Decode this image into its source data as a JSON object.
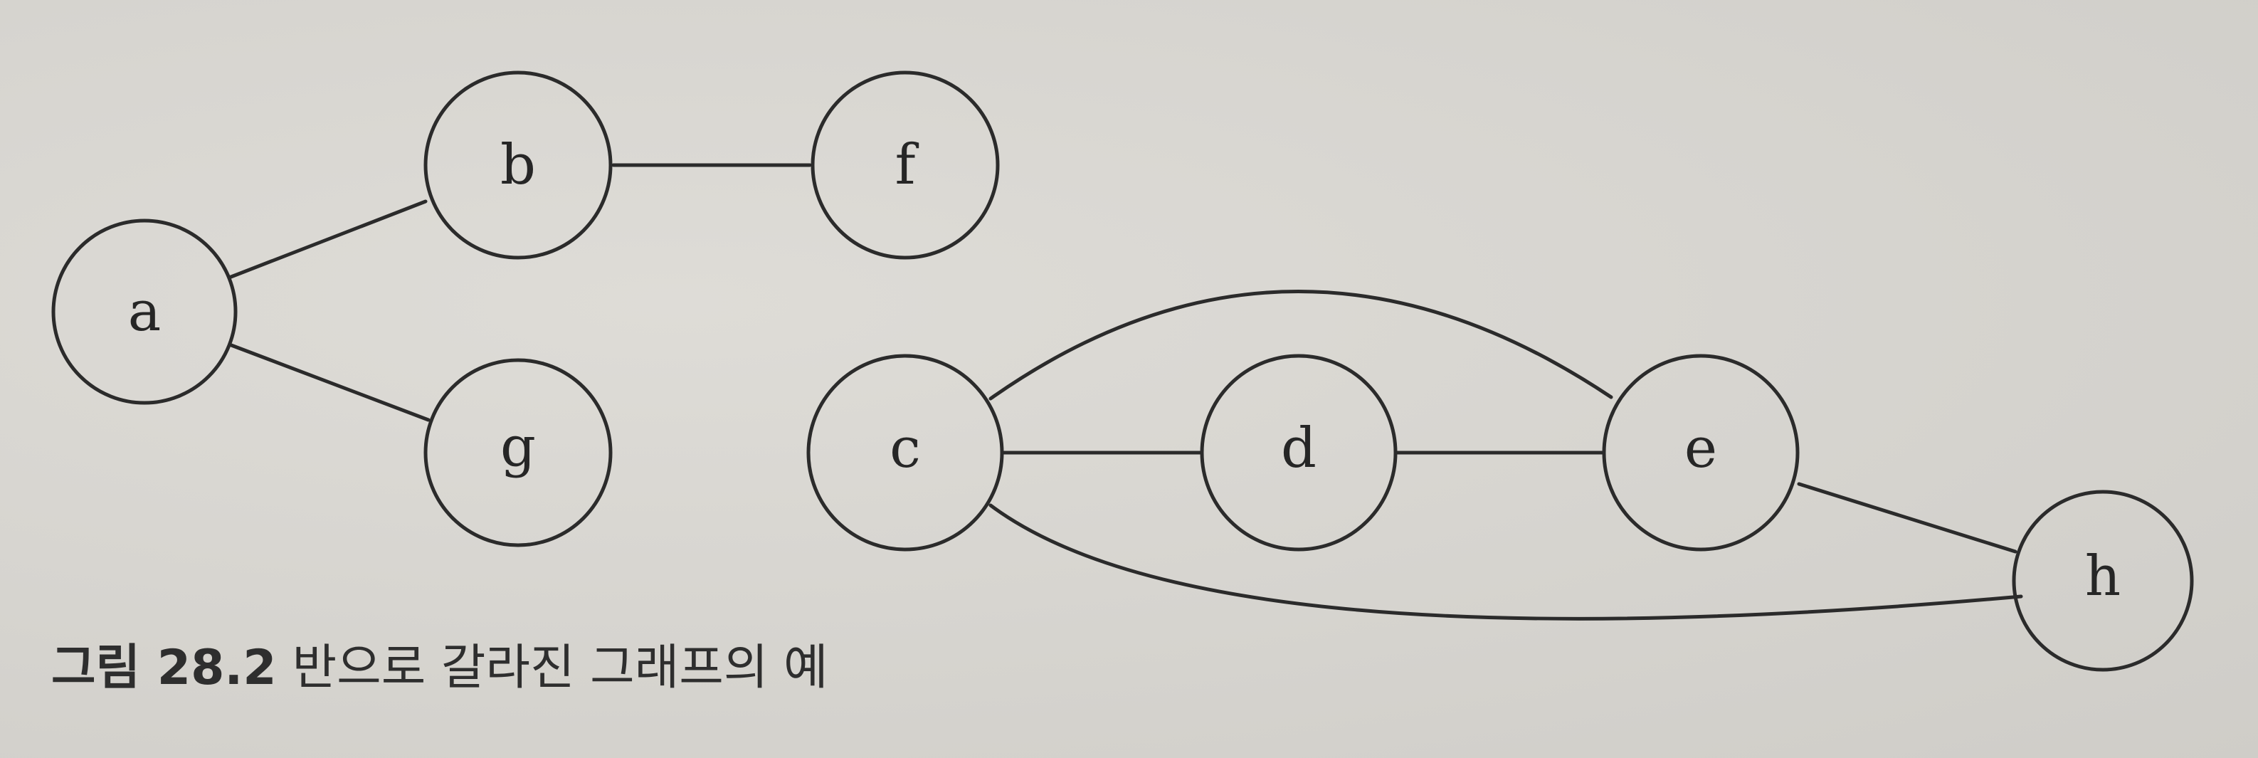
{
  "caption": {
    "number": "그림 28.2",
    "text": "반으로 갈라진 그래프의 예"
  },
  "nodes": [
    {
      "id": "a",
      "label": "a"
    },
    {
      "id": "b",
      "label": "b"
    },
    {
      "id": "f",
      "label": "f"
    },
    {
      "id": "g",
      "label": "g"
    },
    {
      "id": "c",
      "label": "c"
    },
    {
      "id": "d",
      "label": "d"
    },
    {
      "id": "e",
      "label": "e"
    },
    {
      "id": "h",
      "label": "h"
    }
  ],
  "edges": [
    {
      "from": "a",
      "to": "b"
    },
    {
      "from": "a",
      "to": "g"
    },
    {
      "from": "b",
      "to": "f"
    },
    {
      "from": "c",
      "to": "d"
    },
    {
      "from": "d",
      "to": "e"
    },
    {
      "from": "c",
      "to": "e"
    },
    {
      "from": "e",
      "to": "h"
    },
    {
      "from": "c",
      "to": "h"
    }
  ]
}
